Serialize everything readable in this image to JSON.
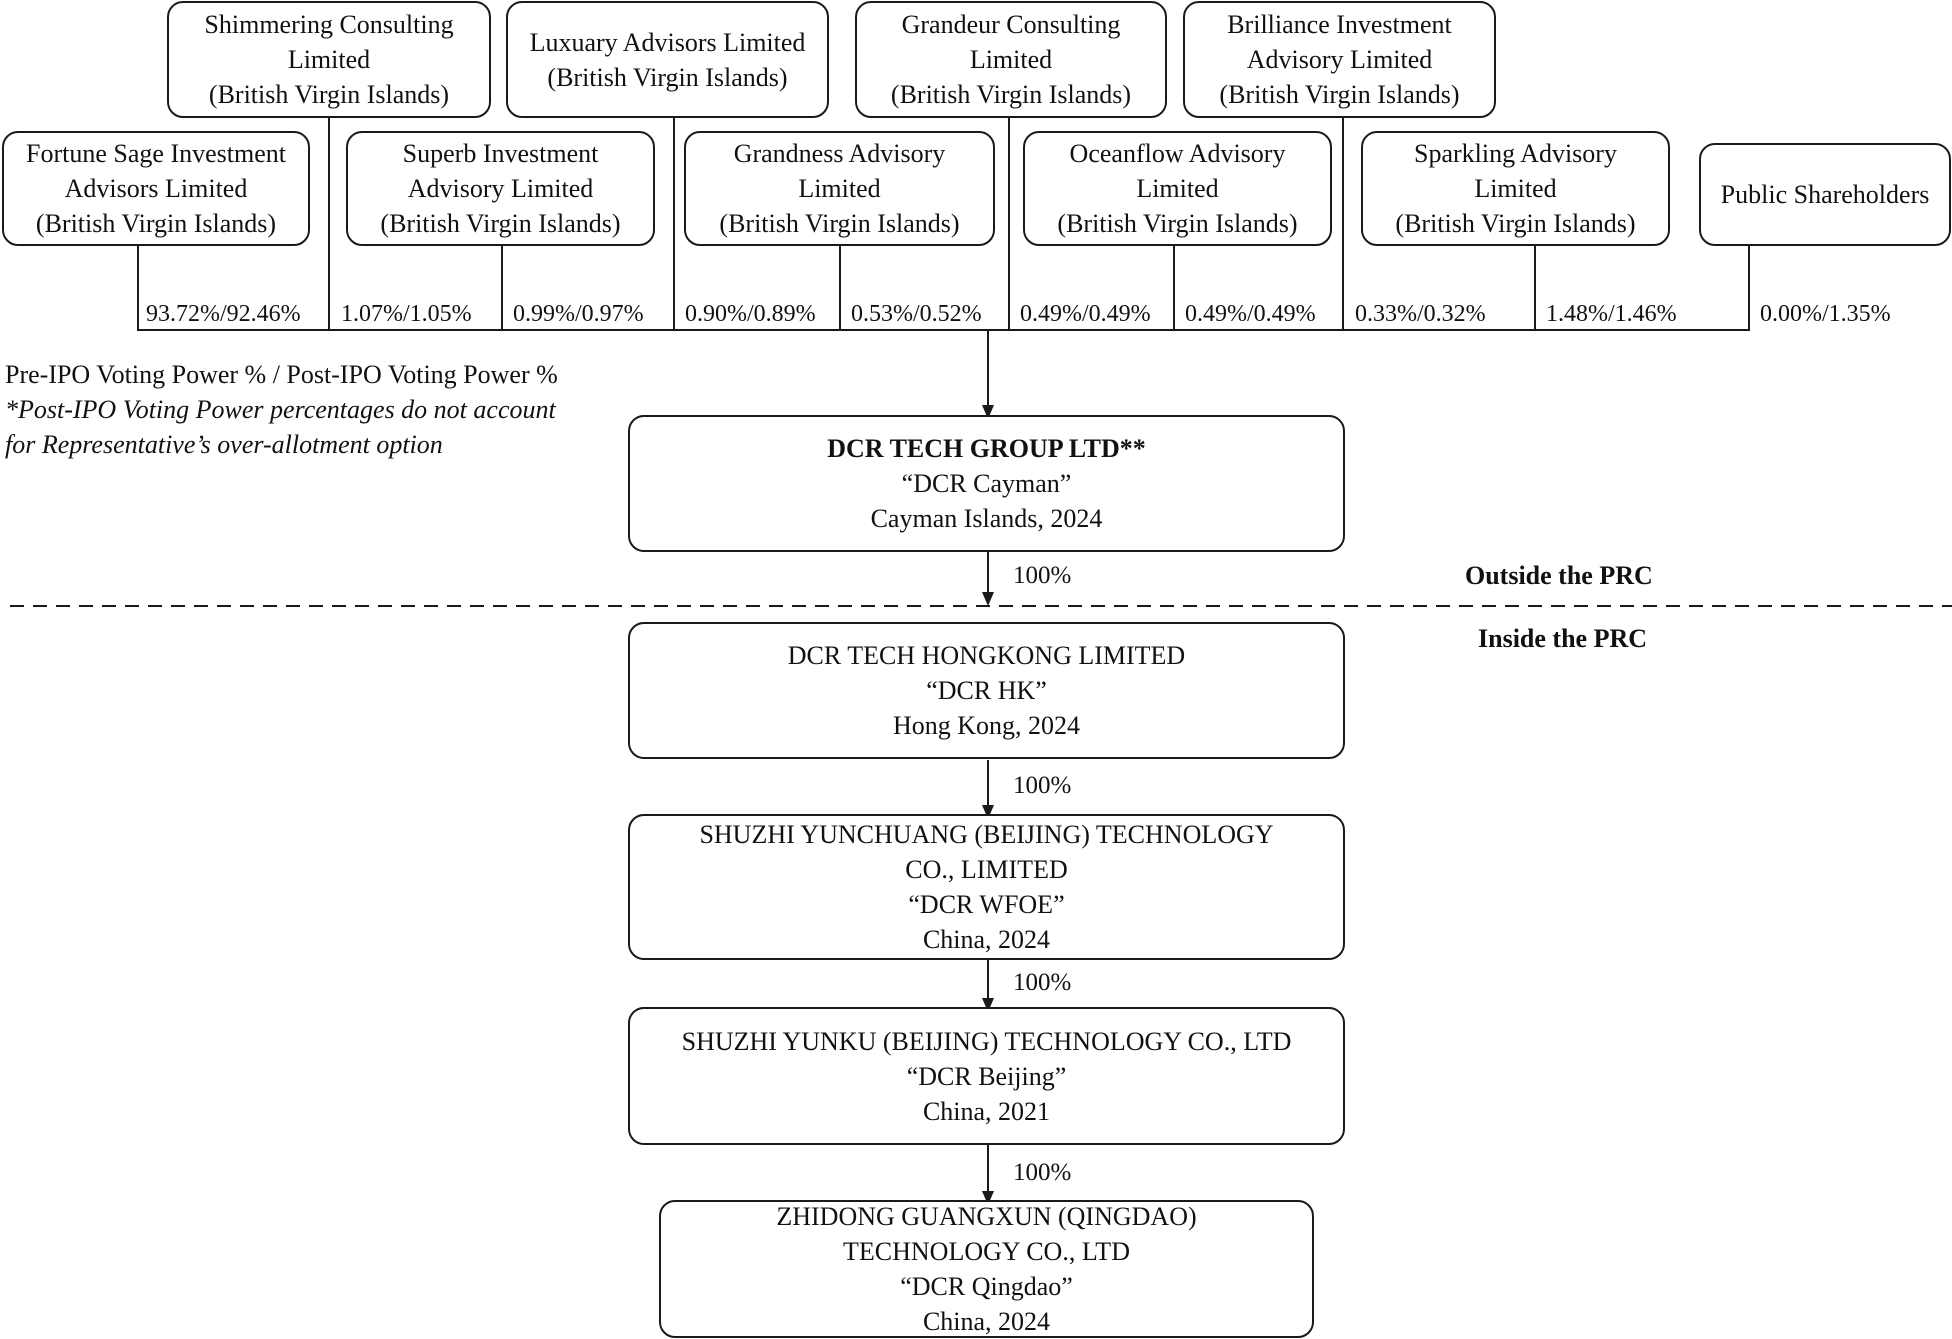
{
  "shareholders_top": [
    {
      "lines": [
        "Shimmering Consulting",
        "Limited",
        "(British Virgin Islands)"
      ],
      "pct": "1.07%/1.05%"
    },
    {
      "lines": [
        "Luxuary Advisors Limited",
        "(British Virgin Islands)"
      ],
      "pct": "0.90%/0.89%"
    },
    {
      "lines": [
        "Grandeur Consulting",
        "Limited",
        "(British Virgin Islands)"
      ],
      "pct": "0.49%/0.49%"
    },
    {
      "lines": [
        "Brilliance Investment",
        "Advisory Limited",
        "(British Virgin Islands)"
      ],
      "pct": "0.33%/0.32%"
    }
  ],
  "shareholders_bottom": [
    {
      "lines": [
        "Fortune Sage Investment",
        "Advisors Limited",
        "(British Virgin Islands)"
      ],
      "pct": "93.72%/92.46%"
    },
    {
      "lines": [
        "Superb Investment",
        "Advisory Limited",
        "(British Virgin Islands)"
      ],
      "pct": "0.99%/0.97%"
    },
    {
      "lines": [
        "Grandness Advisory",
        "Limited",
        "(British Virgin Islands)"
      ],
      "pct": "0.53%/0.52%"
    },
    {
      "lines": [
        "Oceanflow Advisory",
        "Limited",
        "(British Virgin Islands)"
      ],
      "pct": "0.49%/0.49%"
    },
    {
      "lines": [
        "Sparkling Advisory",
        "Limited",
        "(British Virgin Islands)"
      ],
      "pct": "1.48%/1.46%"
    },
    {
      "lines": [
        "Public Shareholders"
      ],
      "pct": "0.00%/1.35%"
    }
  ],
  "legend": {
    "line1": "Pre-IPO Voting Power % / Post-IPO Voting Power %",
    "line2": "*Post-IPO Voting Power percentages do not account",
    "line3": "for Representative’s over-allotment option"
  },
  "cayman": {
    "name": "DCR TECH GROUP LTD**",
    "alias": "“DCR Cayman”",
    "place": "Cayman Islands, 2024"
  },
  "regions": {
    "outside": "Outside the PRC",
    "inside": "Inside the PRC"
  },
  "subsidiaries": [
    {
      "lines": [
        "DCR TECH HONGKONG LIMITED",
        "“DCR HK”",
        "Hong Kong, 2024"
      ],
      "pct": "100%"
    },
    {
      "lines": [
        "SHUZHI YUNCHUANG (BEIJING) TECHNOLOGY",
        "CO., LIMITED",
        "“DCR WFOE”",
        "China, 2024"
      ],
      "pct": "100%"
    },
    {
      "lines": [
        "SHUZHI YUNKU (BEIJING) TECHNOLOGY CO., LTD",
        "“DCR Beijing”",
        "China, 2021"
      ],
      "pct": "100%"
    },
    {
      "lines": [
        "ZHIDONG GUANGXUN (QINGDAO)",
        "TECHNOLOGY CO., LTD",
        "“DCR Qingdao”",
        "China, 2024"
      ],
      "pct": "100%"
    }
  ]
}
